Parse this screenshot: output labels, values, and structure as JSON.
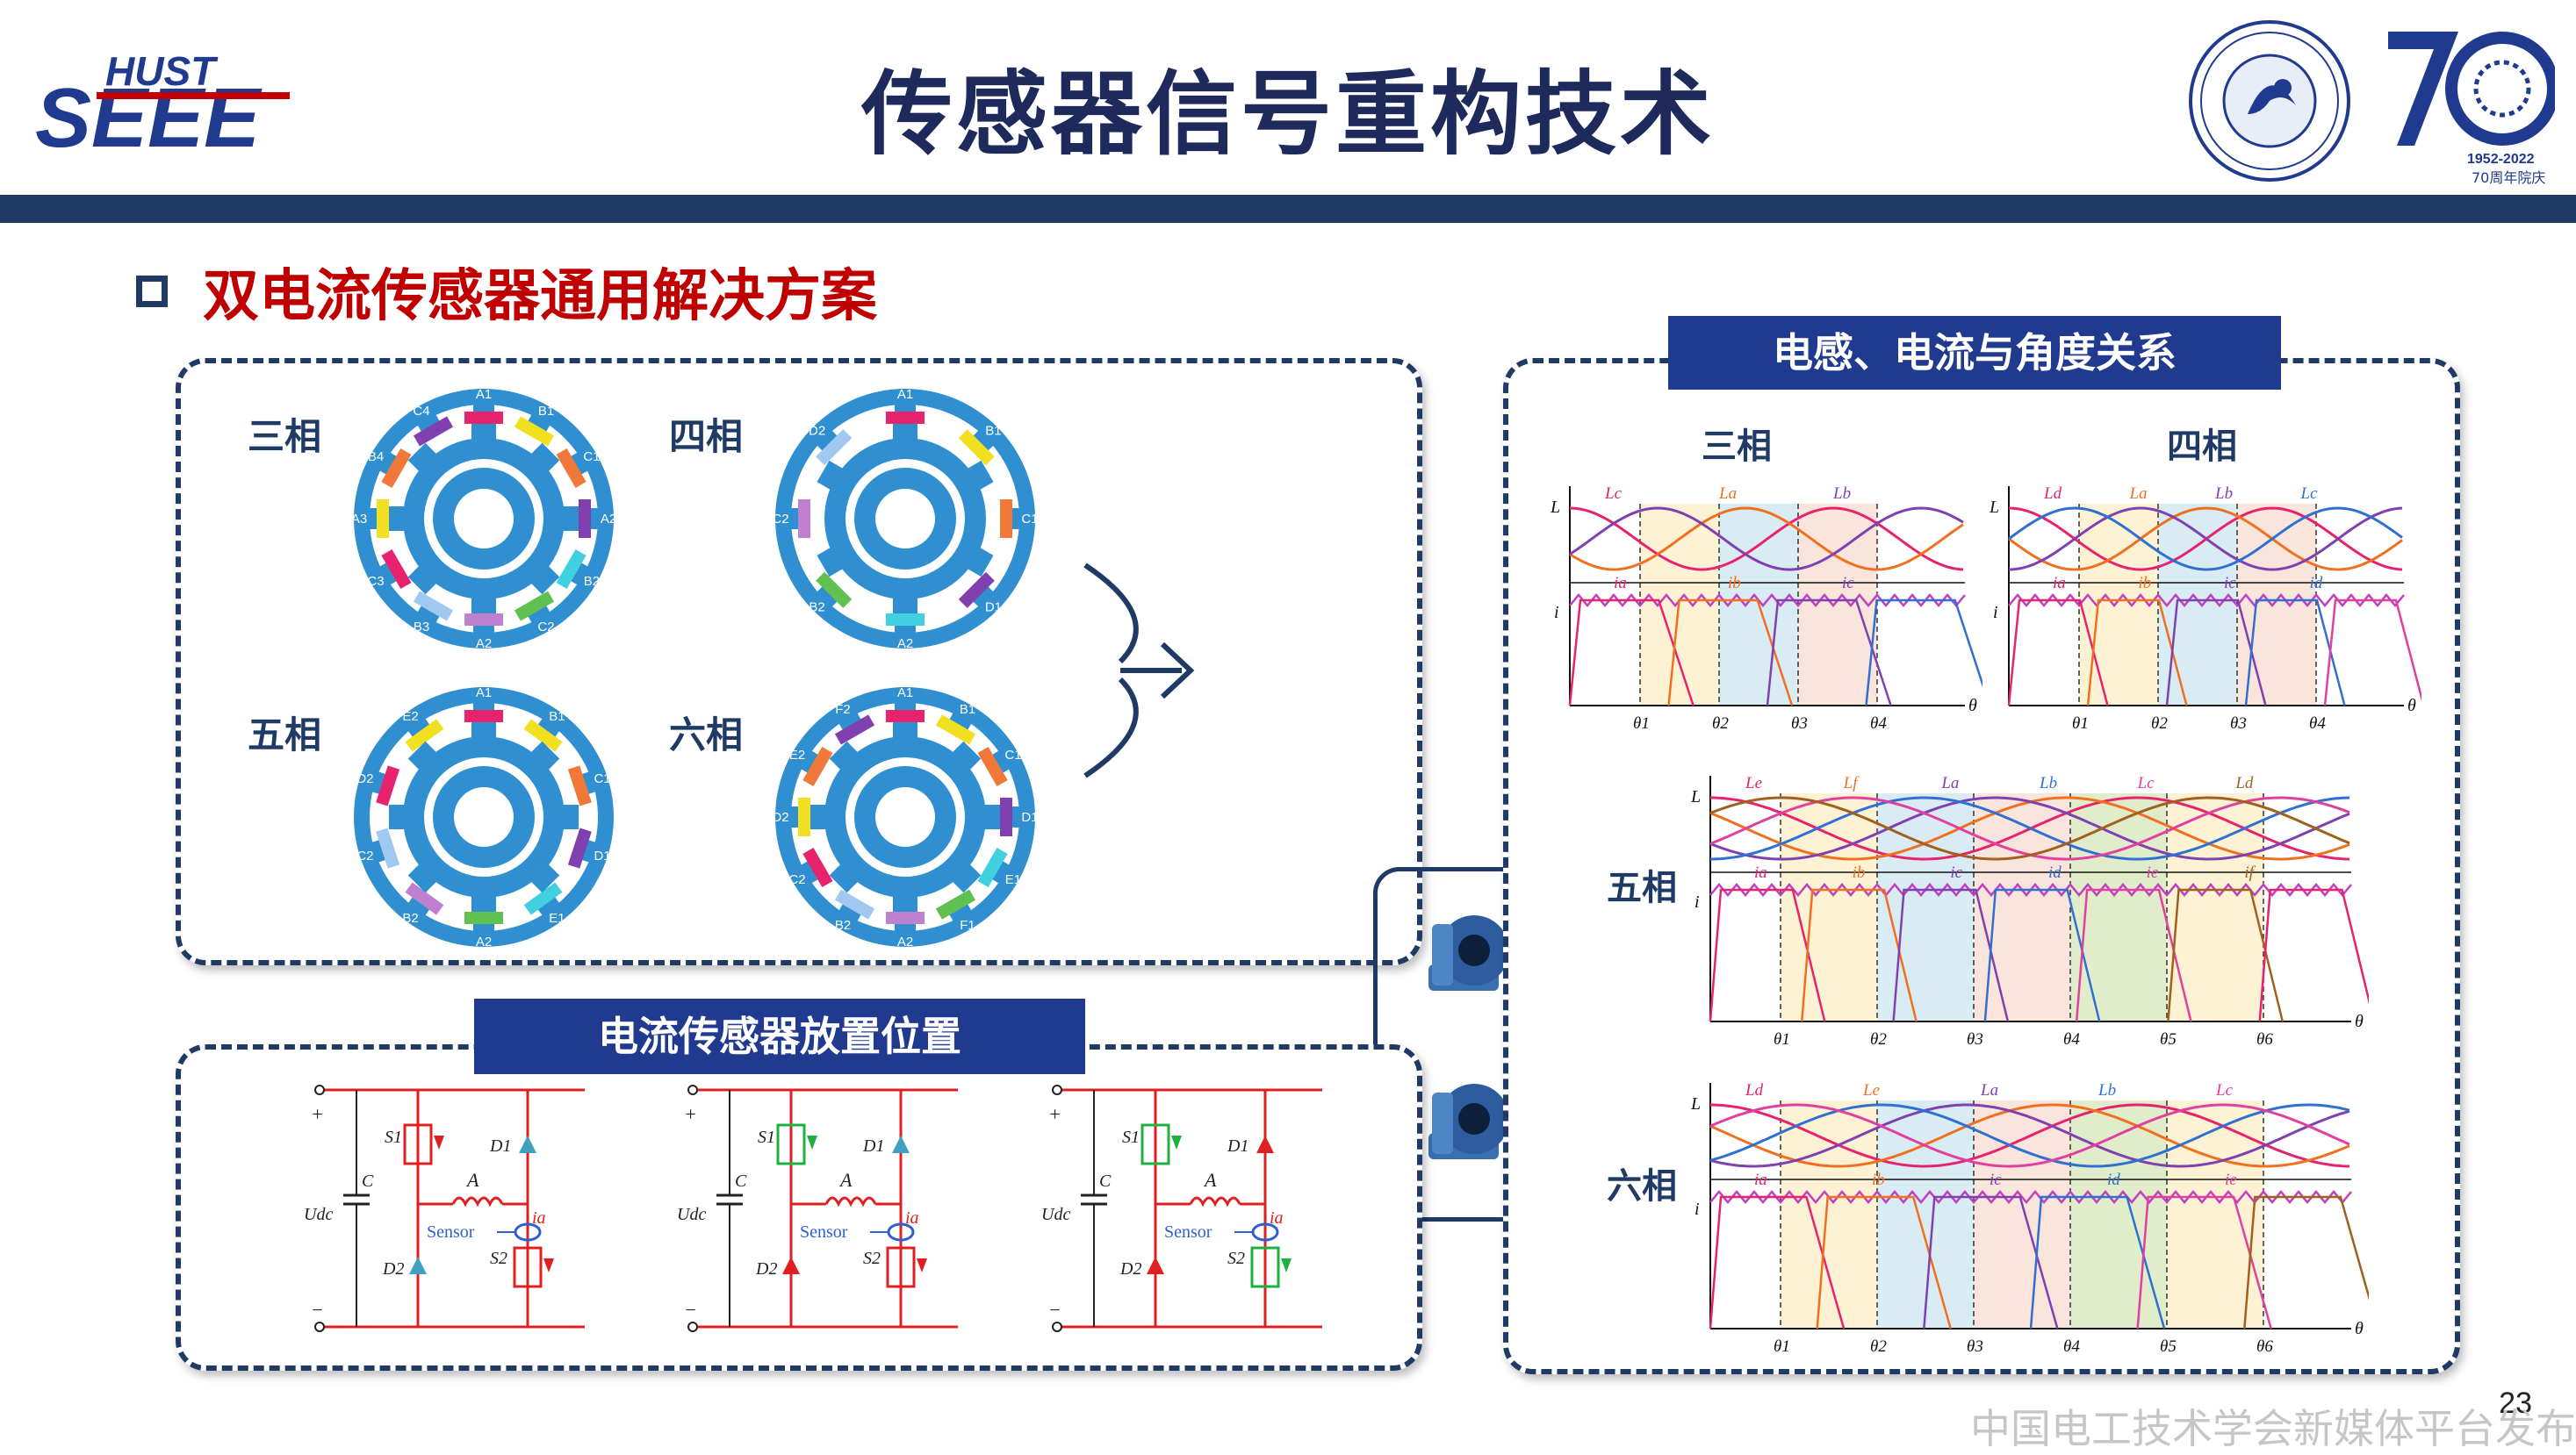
{
  "header": {
    "logo_text_top": "HUST",
    "logo_text_main": "SEEE",
    "title": "传感器信号重构技术",
    "logo_70_years": "1952-2022",
    "logo_70_cn": "70周年院庆"
  },
  "section": {
    "heading": "双电流传感器通用解决方案"
  },
  "motors": {
    "phases": [
      {
        "label": "三相",
        "poles": [
          "A1",
          "B1",
          "C1",
          "A2",
          "B2",
          "C2",
          "A2",
          "B3",
          "C3",
          "A3",
          "B4",
          "C4"
        ]
      },
      {
        "label": "四相",
        "poles": [
          "A1",
          "B1",
          "C1",
          "D1",
          "A2",
          "B2",
          "C2",
          "D2"
        ]
      },
      {
        "label": "五相",
        "poles": [
          "A1",
          "B1",
          "C1",
          "D1",
          "E1",
          "A2",
          "B2",
          "C2",
          "D2",
          "E2"
        ]
      },
      {
        "label": "六相",
        "poles": [
          "A1",
          "B1",
          "C1",
          "D1",
          "E1",
          "F1",
          "A2",
          "B2",
          "C2",
          "D2",
          "E2",
          "F2"
        ]
      }
    ]
  },
  "sensor_panel": {
    "title": "电流传感器放置位置"
  },
  "circuits": {
    "labels": {
      "udc": "Udc",
      "c": "C",
      "s1": "S1",
      "s2": "S2",
      "d1": "D1",
      "d2": "D2",
      "a": "A",
      "ia": "ia",
      "sensor": "Sensor",
      "plus": "+",
      "minus": "−"
    }
  },
  "curves_panel": {
    "title": "电感、电流与角度关系",
    "three": {
      "label": "三相",
      "L": [
        "Lc",
        "La",
        "Lb"
      ],
      "i": [
        "ia",
        "ib",
        "ic"
      ],
      "theta": [
        "θ1",
        "θ2",
        "θ3",
        "θ4"
      ]
    },
    "four": {
      "label": "四相",
      "L": [
        "Ld",
        "La",
        "Lb",
        "Lc"
      ],
      "i": [
        "ia",
        "ib",
        "ic",
        "id"
      ],
      "theta": [
        "θ1",
        "θ2",
        "θ3",
        "θ4"
      ]
    },
    "five": {
      "label": "五相",
      "L": [
        "Le",
        "Lf",
        "La",
        "Lb",
        "Lc",
        "Ld"
      ],
      "i": [
        "ia",
        "ib",
        "ic",
        "id",
        "ie",
        "if"
      ],
      "theta": [
        "θ1",
        "θ2",
        "θ3",
        "θ4",
        "θ5",
        "θ6"
      ]
    },
    "six": {
      "label": "六相",
      "L": [
        "Ld",
        "Le",
        "La",
        "Lb",
        "Lc"
      ],
      "i": [
        "ia",
        "ib",
        "ic",
        "id",
        "ie"
      ],
      "theta": [
        "θ1",
        "θ2",
        "θ3",
        "θ4",
        "θ5",
        "θ6"
      ]
    },
    "axis": {
      "L": "L",
      "i": "i",
      "theta": "θ"
    }
  },
  "footer": {
    "page_number": "23",
    "watermark": "中国电工技术学会新媒体平台发布"
  },
  "colors": {
    "navy": "#1f3a64",
    "banner": "#1f3a8f",
    "red": "#c00000",
    "stator": "#2f8fd0"
  }
}
